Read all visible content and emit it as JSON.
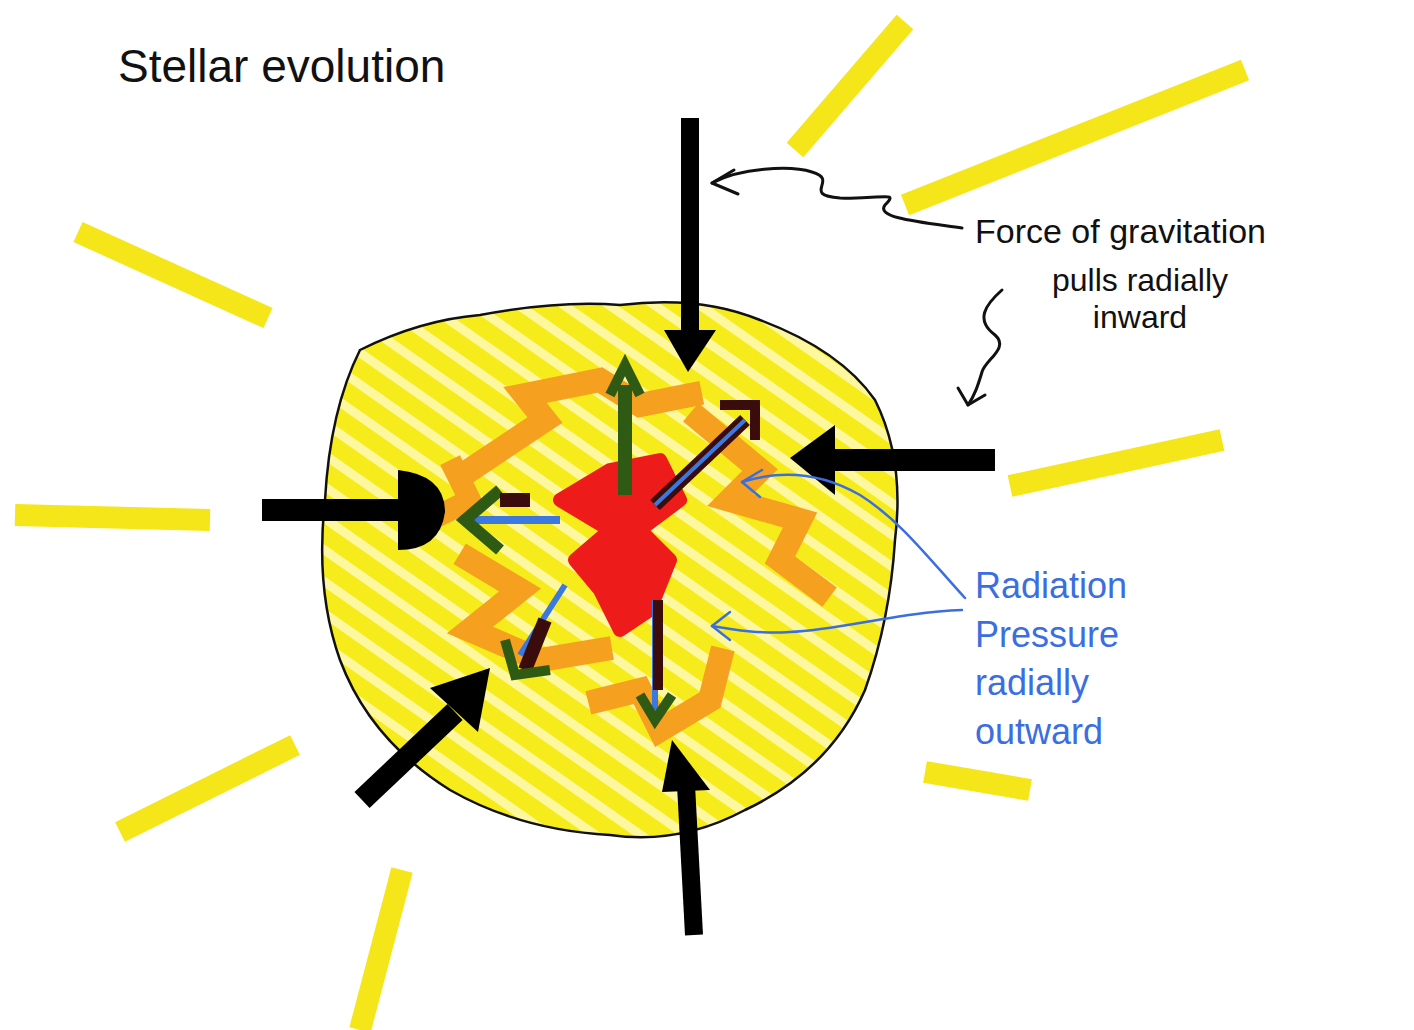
{
  "diagram": {
    "title": "Stellar evolution",
    "labels": [
      "Force of gravitation",
      "pulls radially inward",
      "Radiation Pressure radially outward"
    ]
  }
}
